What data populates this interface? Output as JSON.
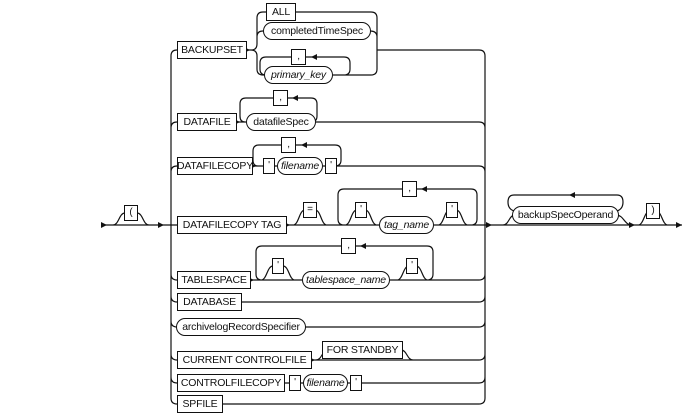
{
  "punct": {
    "comma": ",",
    "quote": "'",
    "equals": "=",
    "open_paren": "(",
    "close_paren": ")"
  },
  "nodes": {
    "backupset": {
      "label": "BACKUPSET",
      "type": "keyword"
    },
    "all": {
      "label": "ALL",
      "type": "keyword"
    },
    "completed_time_spec": {
      "label": "completedTimeSpec",
      "type": "subclause"
    },
    "primary_key": {
      "label": "primary_key",
      "type": "variable"
    },
    "datafile": {
      "label": "DATAFILE",
      "type": "keyword"
    },
    "datafile_spec": {
      "label": "datafileSpec",
      "type": "subclause"
    },
    "datafilecopy": {
      "label": "DATAFILECOPY",
      "type": "keyword"
    },
    "filename": {
      "label": "filename",
      "type": "variable"
    },
    "datafilecopy_tag": {
      "label": "DATAFILECOPY TAG",
      "type": "keyword"
    },
    "tag_name": {
      "label": "tag_name",
      "type": "variable"
    },
    "tablespace": {
      "label": "TABLESPACE",
      "type": "keyword"
    },
    "tablespace_name": {
      "label": "tablespace_name",
      "type": "variable"
    },
    "database": {
      "label": "DATABASE",
      "type": "keyword"
    },
    "archivelog_record_specifier": {
      "label": "archivelogRecordSpecifier",
      "type": "subclause"
    },
    "current_controlfile": {
      "label": "CURRENT CONTROLFILE",
      "type": "keyword"
    },
    "for_standby": {
      "label": "FOR STANDBY",
      "type": "keyword"
    },
    "controlfilecopy": {
      "label": "CONTROLFILECOPY",
      "type": "keyword"
    },
    "spfile": {
      "label": "SPFILE",
      "type": "keyword"
    },
    "backup_spec_operand": {
      "label": "backupSpecOperand",
      "type": "subclause"
    }
  }
}
